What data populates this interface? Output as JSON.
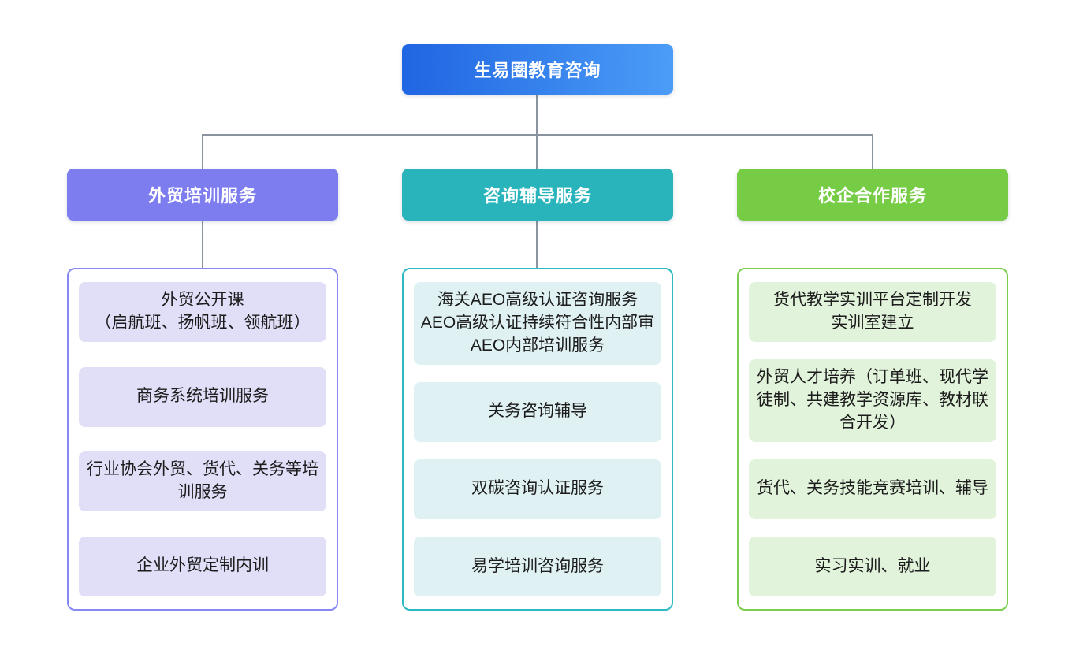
{
  "root": {
    "label": "生易圈教育咨询"
  },
  "branches": [
    {
      "label": "外贸培训服务",
      "items": [
        "外贸公开课\n（启航班、扬帆班、领航班）",
        "商务系统培训服务",
        "行业协会外贸、货代、关务等培训服务",
        "企业外贸定制内训"
      ]
    },
    {
      "label": "咨询辅导服务",
      "items": [
        "海关AEO高级认证咨询服务\nAEO高级认证持续符合性内部审\nAEO内部培训服务",
        "关务咨询辅导",
        "双碳咨询认证服务",
        "易学培训咨询服务"
      ]
    },
    {
      "label": "校企合作服务",
      "items": [
        "货代教学实训平台定制开发\n实训室建立",
        "外贸人才培养（订单班、现代学徒制、共建教学资源库、教材联合开发）",
        "货代、关务技能竞赛培训、辅导",
        "实习实训、就业"
      ]
    }
  ],
  "colors": {
    "root_gradient_start": "#2065e2",
    "root_gradient_end": "#4b9df7",
    "branch_trade_training": "#7d7df0",
    "branch_consulting": "#29b4bc",
    "branch_school_enterprise": "#77cc45",
    "item_fill_trade_training": "#e1def7",
    "item_fill_consulting": "#dff1f3",
    "item_fill_school_enterprise": "#e2f3db",
    "connector_line": "#8a94a0"
  }
}
